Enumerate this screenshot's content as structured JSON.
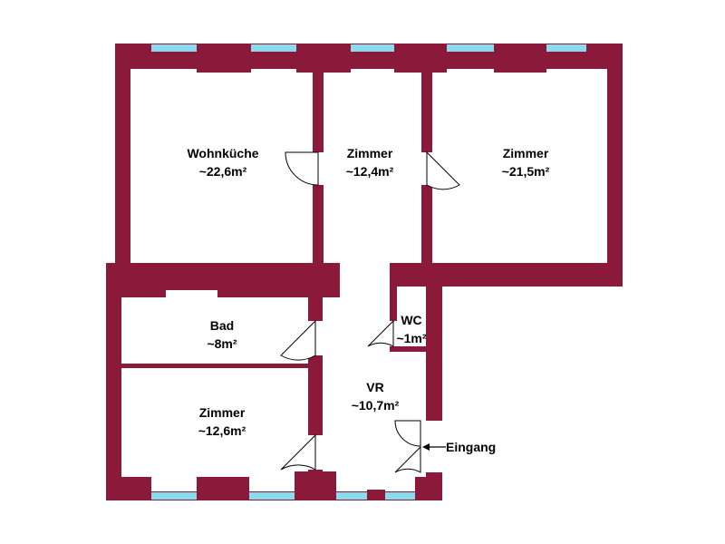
{
  "colors": {
    "wall": "#8b1a3a",
    "window": "#87dcee",
    "background": "#ffffff",
    "door_line": "#000000"
  },
  "rooms": [
    {
      "id": "wohnkueche",
      "name": "Wohnküche",
      "area": "~22,6m²"
    },
    {
      "id": "zimmer-1",
      "name": "Zimmer",
      "area": "~12,4m²"
    },
    {
      "id": "zimmer-2",
      "name": "Zimmer",
      "area": "~21,5m²"
    },
    {
      "id": "bad",
      "name": "Bad",
      "area": "~8m²"
    },
    {
      "id": "wc",
      "name": "WC",
      "area": "~1m²"
    },
    {
      "id": "vr",
      "name": "VR",
      "area": "~10,7m²"
    },
    {
      "id": "zimmer-3",
      "name": "Zimmer",
      "area": "~12,6m²"
    }
  ],
  "entrance": {
    "label": "Eingang",
    "icon": "arrow-left-icon"
  }
}
